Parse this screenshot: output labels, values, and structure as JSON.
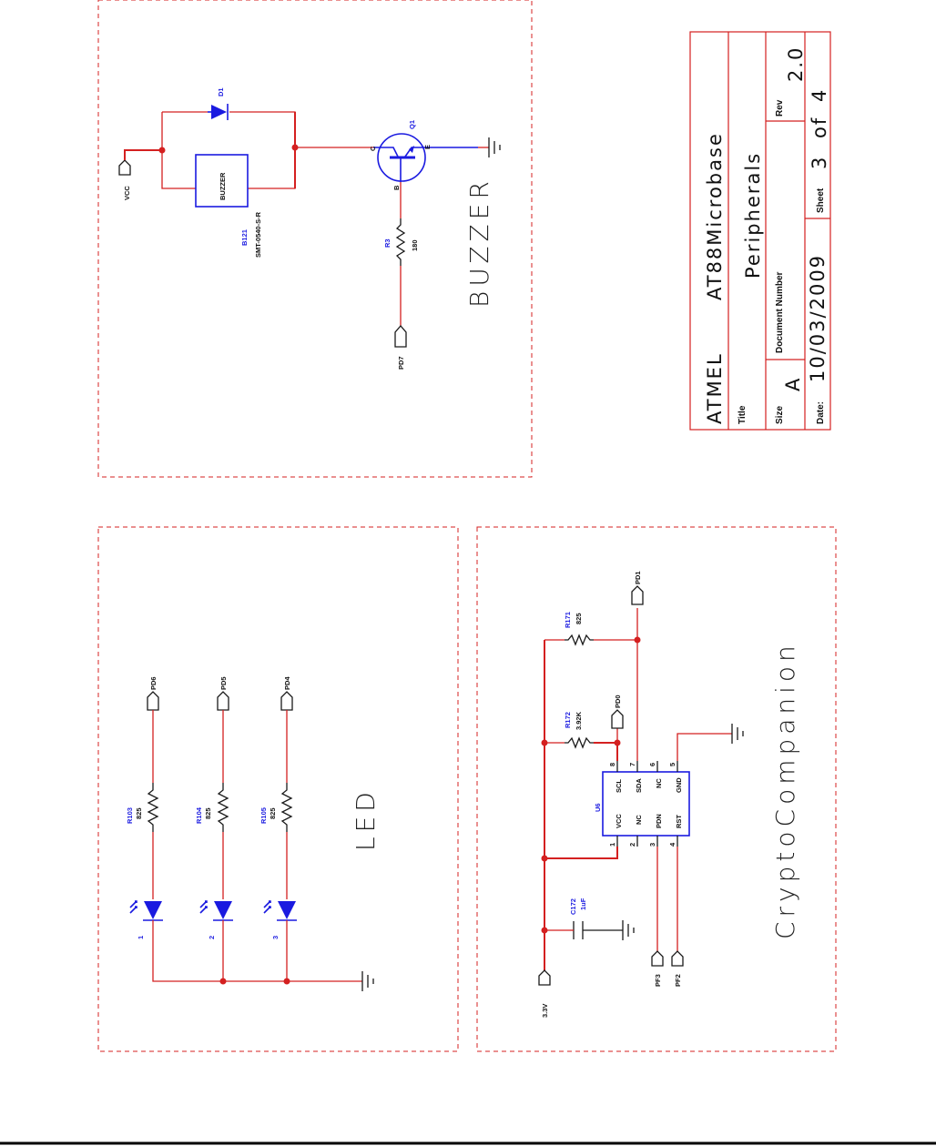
{
  "sections": {
    "buzzer": "BUZZER",
    "led": "LED",
    "crypto": "CryptoCompanion"
  },
  "buzzer": {
    "vcc_port": "VCC",
    "diode_ref": "D1",
    "buzzer_label": "BUZZER",
    "buzzer_ref": "B121",
    "buzzer_part": "SMT-0540-S-R",
    "transistor_ref": "Q1",
    "pin_c": "C",
    "pin_b": "B",
    "pin_e": "E",
    "resistor_ref": "R3",
    "resistor_val": "180",
    "pd7_port": "PD7"
  },
  "led": {
    "rows": [
      {
        "port": "PD6",
        "ref": "R103",
        "val": "825",
        "num": "1"
      },
      {
        "port": "PD5",
        "ref": "R104",
        "val": "825",
        "num": "2"
      },
      {
        "port": "PD4",
        "ref": "R105",
        "val": "825",
        "num": "3"
      }
    ]
  },
  "crypto": {
    "u6_ref": "U6",
    "pins_left": [
      "VCC",
      "NC",
      "PDN",
      "RST"
    ],
    "pins_right": [
      "SCL",
      "SDA",
      "NC",
      "GND"
    ],
    "num_left": [
      "1",
      "2",
      "3",
      "4"
    ],
    "num_right": [
      "8",
      "7",
      "6",
      "5"
    ],
    "r171_ref": "R171",
    "r171_val": "825",
    "r172_ref": "R172",
    "r172_val": "3.92K",
    "c172_ref": "C172",
    "c172_val": "1uF",
    "pd1": "PD1",
    "pd0": "PD0",
    "pf3": "PF3",
    "pf2": "PF2",
    "v33": "3.3V"
  },
  "title_block": {
    "company": "ATMEL",
    "project": "AT88Microbase",
    "title_label": "Title",
    "title": "Peripherals",
    "size_label": "Size",
    "size": "A",
    "docnum_label": "Document Number",
    "rev_label": "Rev",
    "rev": "2.0",
    "date_label": "Date:",
    "date": "10/03/2009",
    "sheet_label": "Sheet",
    "sheet": "3",
    "of_label": "of",
    "sheet_total": "4"
  }
}
